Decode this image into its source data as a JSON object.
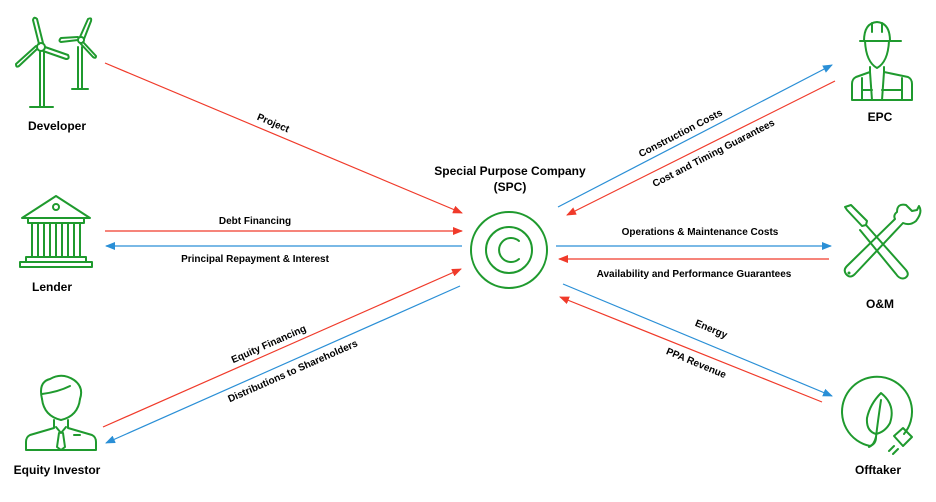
{
  "title": "Project Finance Structure",
  "colors": {
    "icon": "#1f9a2e",
    "outflow_red": "#f03a2a",
    "inflow_blue": "#2a8fd6"
  },
  "nodes": {
    "developer": {
      "label": "Developer",
      "icon": "wind-turbine-icon"
    },
    "lender": {
      "label": "Lender",
      "icon": "bank-icon"
    },
    "equity_investor": {
      "label": "Equity Investor",
      "icon": "businessman-icon"
    },
    "spc": {
      "label_line1": "Special Purpose Company",
      "label_line2": "(SPC)",
      "icon": "copyright-circle-icon"
    },
    "epc": {
      "label": "EPC",
      "icon": "construction-worker-icon"
    },
    "om": {
      "label": "O&M",
      "icon": "tools-icon"
    },
    "offtaker": {
      "label": "Offtaker",
      "icon": "leaf-plug-icon"
    }
  },
  "flows": [
    {
      "id": "project",
      "label": "Project",
      "from": "Developer",
      "to": "SPC",
      "color": "red"
    },
    {
      "id": "debt",
      "label": "Debt Financing",
      "from": "Lender",
      "to": "SPC",
      "color": "red"
    },
    {
      "id": "repay",
      "label": "Principal Repayment & Interest",
      "from": "SPC",
      "to": "Lender",
      "color": "blue"
    },
    {
      "id": "equity",
      "label": "Equity Financing",
      "from": "Equity Investor",
      "to": "SPC",
      "color": "red"
    },
    {
      "id": "distrib",
      "label": "Distributions to Shareholders",
      "from": "SPC",
      "to": "Equity Investor",
      "color": "blue"
    },
    {
      "id": "construction",
      "label": "Construction Costs",
      "from": "SPC",
      "to": "EPC",
      "color": "blue"
    },
    {
      "id": "cost_timing",
      "label": "Cost and Timing Guarantees",
      "from": "EPC",
      "to": "SPC",
      "color": "red"
    },
    {
      "id": "om_costs",
      "label": "Operations & Maintenance Costs",
      "from": "SPC",
      "to": "O&M",
      "color": "blue"
    },
    {
      "id": "avail",
      "label": "Availability and Performance Guarantees",
      "from": "O&M",
      "to": "SPC",
      "color": "red"
    },
    {
      "id": "energy",
      "label": "Energy",
      "from": "SPC",
      "to": "Offtaker",
      "color": "blue"
    },
    {
      "id": "ppa",
      "label": "PPA Revenue",
      "from": "Offtaker",
      "to": "SPC",
      "color": "red"
    }
  ]
}
